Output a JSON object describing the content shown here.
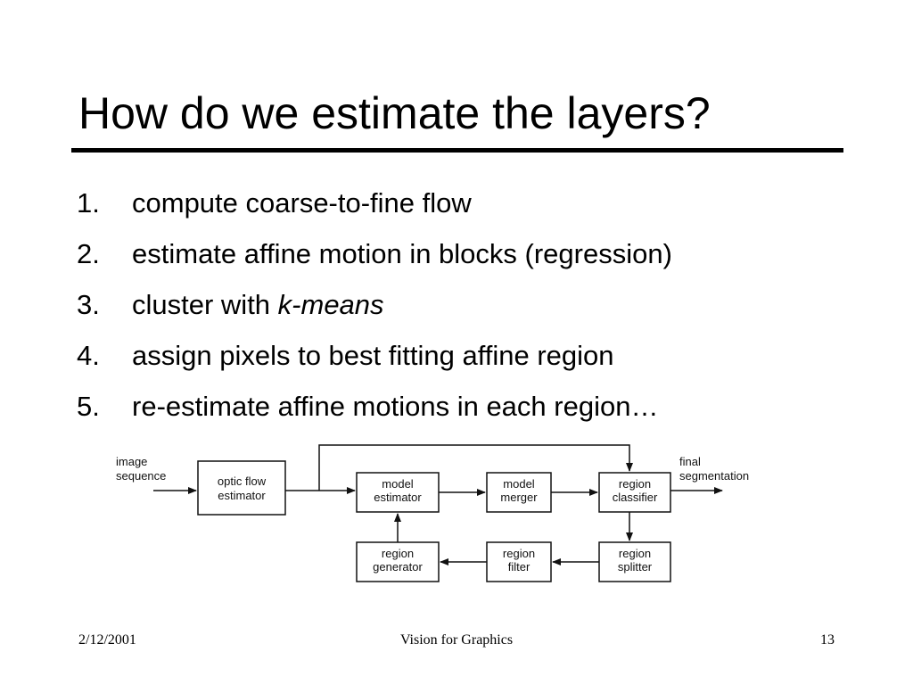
{
  "slide": {
    "title": "How do we estimate the layers?",
    "steps": [
      {
        "number": "1.",
        "text": "compute coarse-to-fine flow",
        "emphasis": ""
      },
      {
        "number": "2.",
        "text": "estimate affine motion in blocks (regression)",
        "emphasis": ""
      },
      {
        "number": "3.",
        "text": "cluster with ",
        "emphasis": "k-means"
      },
      {
        "number": "4.",
        "text": "assign pixels to best fitting affine region",
        "emphasis": ""
      },
      {
        "number": "5.",
        "text": "re-estimate affine motions in each region…",
        "emphasis": ""
      }
    ]
  },
  "diagram": {
    "input": [
      "image",
      "sequence"
    ],
    "output": [
      "final",
      "segmentation"
    ],
    "blocks": {
      "optic_flow_estimator": [
        "optic flow",
        "estimator"
      ],
      "model_estimator": [
        "model",
        "estimator"
      ],
      "model_merger": [
        "model",
        "merger"
      ],
      "region_classifier": [
        "region",
        "classifier"
      ],
      "region_generator": [
        "region",
        "generator"
      ],
      "region_filter": [
        "region",
        "filter"
      ],
      "region_splitter": [
        "region",
        "splitter"
      ]
    }
  },
  "footer": {
    "date": "2/12/2001",
    "course": "Vision for Graphics",
    "page": "13"
  }
}
